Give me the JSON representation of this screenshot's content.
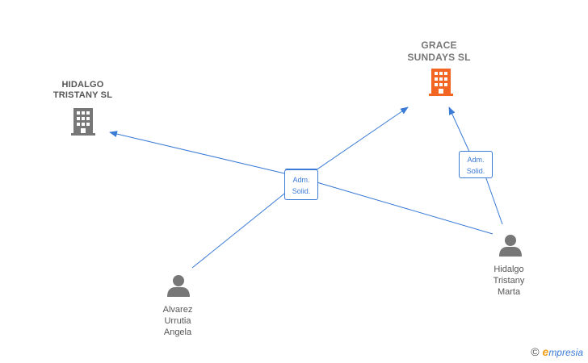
{
  "companies": [
    {
      "id": "hidalgo_tristany_sl",
      "line1": "HIDALGO",
      "line2": "TRISTANY SL",
      "icon": "building-icon",
      "color": "#777777"
    },
    {
      "id": "grace_sundays_sl",
      "line1": "GRACE",
      "line2": "SUNDAYS SL",
      "icon": "building-icon",
      "color": "#f26522"
    }
  ],
  "persons": [
    {
      "id": "alvarez_urrutia_angela",
      "line1": "Alvarez",
      "line2": "Urrutia",
      "line3": "Angela",
      "icon": "person-icon",
      "color": "#777777"
    },
    {
      "id": "hidalgo_tristany_marta",
      "line1": "Hidalgo",
      "line2": "Tristany",
      "line3": "Marta",
      "icon": "person-icon",
      "color": "#777777"
    }
  ],
  "edge_labels": [
    {
      "line1": "Adm.",
      "line2": "Solid."
    },
    {
      "line1": "Adm.",
      "line2": "Solid."
    }
  ],
  "edge_color": "#3a7bd5",
  "brand": {
    "copyright": "©",
    "e": "e",
    "rest": "mpresia"
  }
}
